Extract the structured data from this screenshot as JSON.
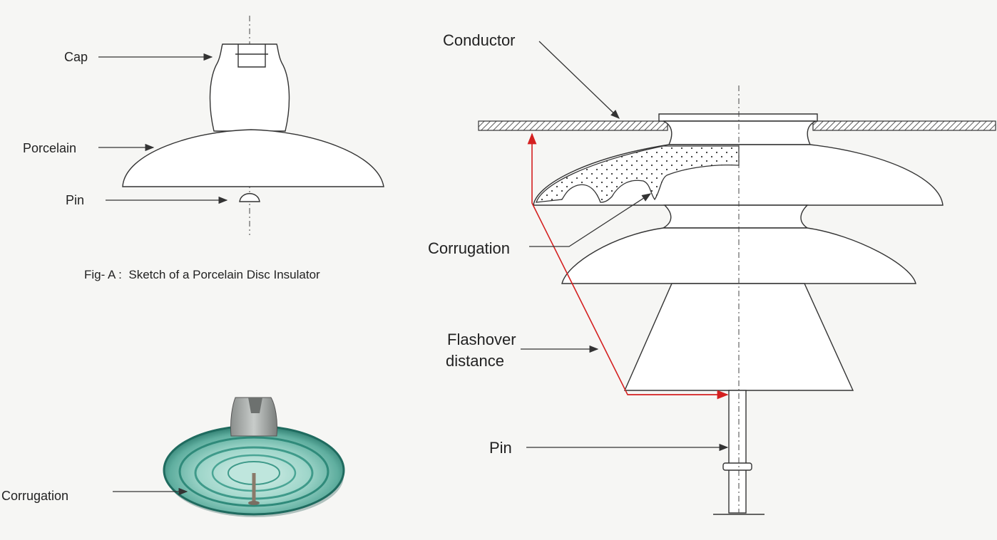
{
  "fig_a": {
    "cap_label": "Cap",
    "porcelain_label": "Porcelain",
    "pin_label": "Pin",
    "caption": "Fig- A :  Sketch of a Porcelain Disc Insulator"
  },
  "photo": {
    "corrugation_label": "Corrugation"
  },
  "fig_b": {
    "conductor_label": "Conductor",
    "corrugation_label": "Corrugation",
    "flashover_line1": "Flashover",
    "flashover_line2": "distance",
    "pin_label": "Pin"
  },
  "colors": {
    "flashover_path": "#d42020",
    "glass": "#7fc4b8",
    "background": "#f6f6f4"
  }
}
